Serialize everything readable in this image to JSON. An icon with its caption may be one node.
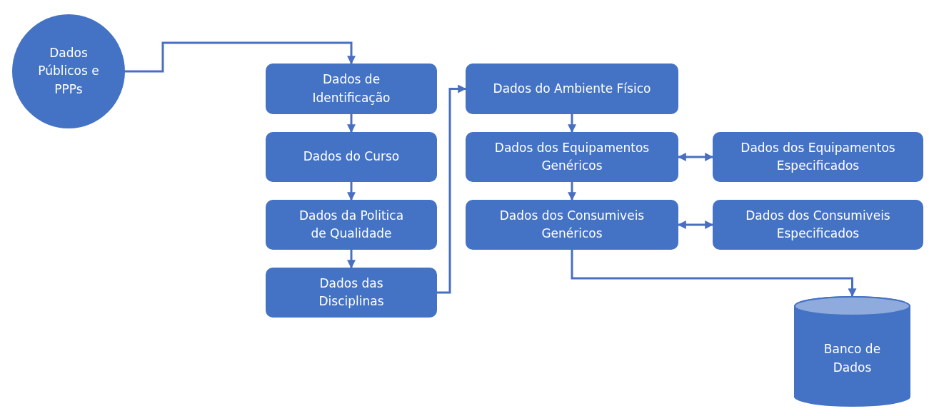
{
  "diagram": {
    "nodes": [
      {
        "text": [
          "Dados Públicos e PPPs"
        ]
      },
      {
        "text": [
          "Dados de Identificação"
        ]
      },
      {
        "text": [
          "Dados do Curso"
        ]
      },
      {
        "text": [
          "Dados da Politica de Qualidade"
        ]
      },
      {
        "text": [
          "Dados das Disciplinas"
        ]
      },
      {
        "text": [
          "Dados do Ambiente Físico"
        ]
      },
      {
        "text": [
          "Dados dos Equipamentos Genéricos"
        ]
      },
      {
        "text": [
          "Dados dos Equipamentos Especificados"
        ]
      },
      {
        "text": [
          "Dados dos Consumiveis Genéricos"
        ]
      },
      {
        "text": [
          "Dados dos Consumiveis Especificados"
        ]
      },
      {
        "text": [
          "Banco de Dados"
        ]
      }
    ],
    "edges": [
      {
        "from": 0,
        "to": 1,
        "arrow": "to"
      },
      {
        "from": 1,
        "to": 2,
        "arrow": "to"
      },
      {
        "from": 2,
        "to": 3,
        "arrow": "to"
      },
      {
        "from": 3,
        "to": 4,
        "arrow": "to"
      },
      {
        "from": 4,
        "to": 5,
        "arrow": "to"
      },
      {
        "from": 5,
        "to": 6,
        "arrow": "to"
      },
      {
        "from": 6,
        "to": 7,
        "arrow": "both"
      },
      {
        "from": 6,
        "to": 8,
        "arrow": "to"
      },
      {
        "from": 8,
        "to": 9,
        "arrow": "both"
      },
      {
        "from": 8,
        "to": 10,
        "arrow": "to"
      }
    ]
  }
}
